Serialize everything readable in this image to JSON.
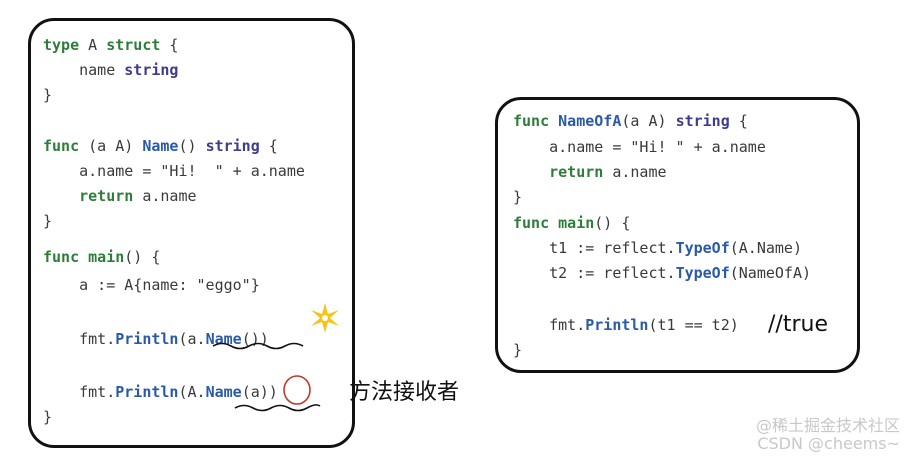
{
  "left_code": {
    "l1": {
      "kw": "type",
      "rest": " A ",
      "kw2": "struct",
      "tail": " {"
    },
    "l2": {
      "indent": "    name ",
      "ty": "string"
    },
    "l3": "}",
    "l4": {
      "kw": "func",
      "pre": " (a A) ",
      "fn": "Name",
      "mid": "() ",
      "ty": "string",
      "tail": " {"
    },
    "l5": "    a.name = \"Hi!  \" + a.name",
    "l6": {
      "indent": "    ",
      "kw": "return",
      "tail": " a.name"
    },
    "l7": "}",
    "l8": {
      "kw": "func",
      "sp": " ",
      "kw2": "main",
      "tail": "() {"
    },
    "l9": "    a := A{name: \"eggo\"}",
    "l10": {
      "pre": "    fmt.",
      "fn": "Println",
      "mid": "(a.",
      "fn2": "Name",
      "tail": "())"
    },
    "l11": {
      "pre": "    fmt.",
      "fn": "Println",
      "mid": "(A.",
      "fn2": "Name",
      "tail": "(a))"
    },
    "l12": "}"
  },
  "right_code": {
    "l1": {
      "kw": "func",
      "sp": " ",
      "fn": "NameOfA",
      "mid": "(a A) ",
      "ty": "string",
      "tail": " {"
    },
    "l2": "    a.name = \"Hi! \" + a.name",
    "l3": {
      "indent": "    ",
      "kw": "return",
      "tail": " a.name"
    },
    "l4": "}",
    "l5": {
      "kw": "func",
      "sp": " ",
      "kw2": "main",
      "tail": "() {"
    },
    "l6": {
      "pre": "    t1 := reflect.",
      "fn": "TypeOf",
      "tail": "(A.Name)"
    },
    "l7": {
      "pre": "    t2 := reflect.",
      "fn": "TypeOf",
      "tail": "(NameOfA)"
    },
    "l8": {
      "pre": "    fmt.",
      "fn": "Println",
      "tail": "(t1 == t2)"
    },
    "l9": "}"
  },
  "annotations": {
    "method_receiver": "方法接收者",
    "true_comment": "//true"
  },
  "watermark": {
    "line1": "@稀土掘金技术社区",
    "line2": "CSDN @cheems~"
  },
  "colors": {
    "keyword": "#2f7d3a",
    "function": "#2a5aa8",
    "annotation_circle": "#c0392b",
    "sparkle": "#f5c518"
  }
}
